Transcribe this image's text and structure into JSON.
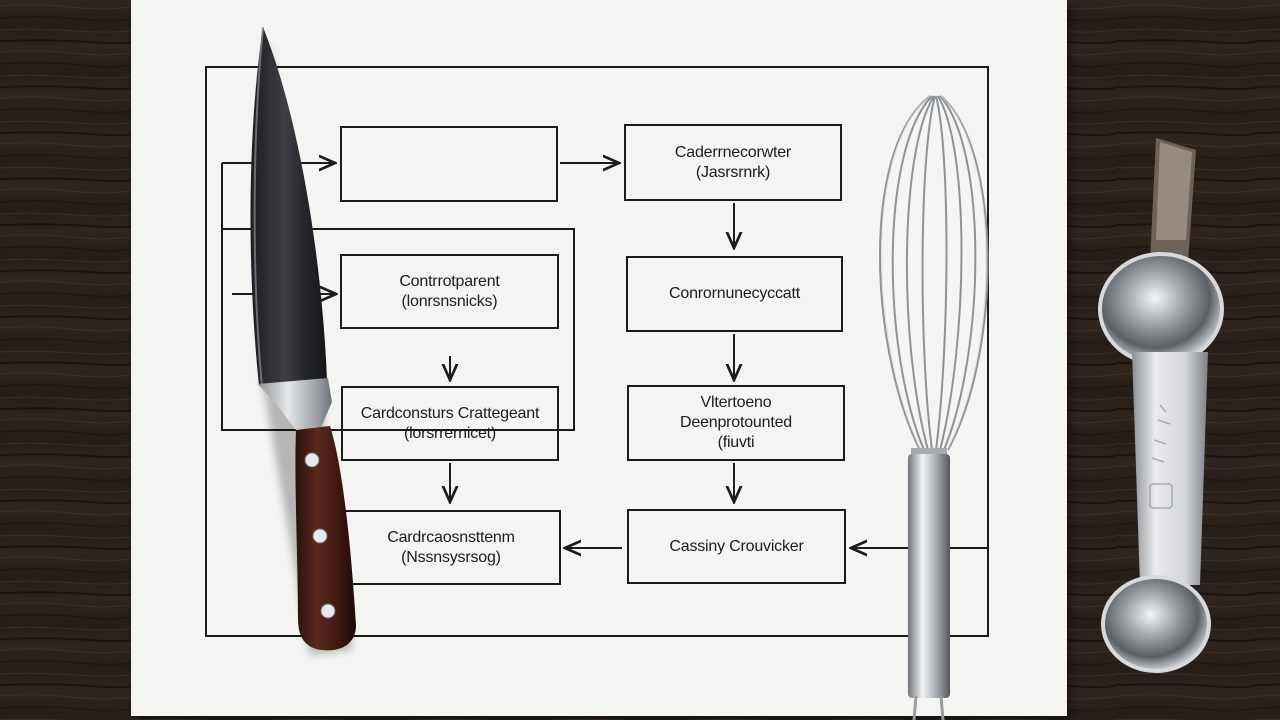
{
  "colors": {
    "table_wood": "#2a211c",
    "paper": "#f4f4f2",
    "ink": "#1c1c1c",
    "knife_blade": "#2b2c2f",
    "knife_handle": "#4a1f16",
    "steel": "#b9bcc0"
  },
  "objects": [
    "chefs-knife",
    "balloon-whisk",
    "measuring-spoon"
  ],
  "flowchart": {
    "boxes": [
      {
        "id": "box-1",
        "lines": []
      },
      {
        "id": "box-2",
        "lines": [
          "Caderrnecorwter",
          "(Jasrsrnrk)"
        ]
      },
      {
        "id": "box-3",
        "lines": [
          "Contrrotparent",
          "(lonrsnsnicks)"
        ]
      },
      {
        "id": "box-4",
        "lines": [
          "Conrornunecyccatt"
        ]
      },
      {
        "id": "box-5",
        "lines": [
          "Cardconsturs Crattegeant",
          "(lorsrrernicet)"
        ]
      },
      {
        "id": "box-6",
        "lines": [
          "Vltertoeno",
          "Deenprotounted",
          "(fiuvti"
        ]
      },
      {
        "id": "box-7",
        "lines": [
          "Cardrcaosnsttenm",
          "(Nssnsysrsog)"
        ]
      },
      {
        "id": "box-8",
        "lines": [
          "Cassiny Crouvicker"
        ]
      }
    ]
  }
}
